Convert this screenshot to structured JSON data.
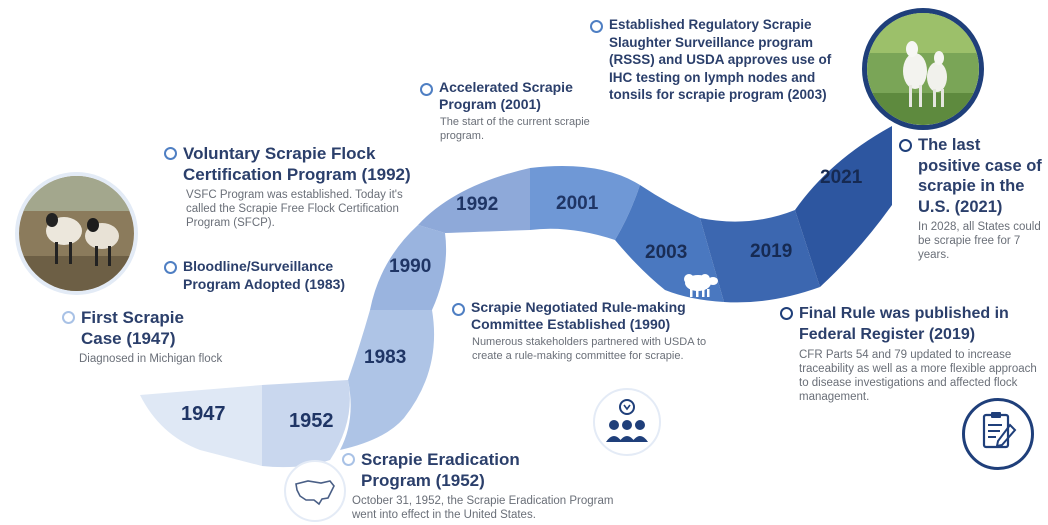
{
  "timeline": {
    "years": [
      "1947",
      "1952",
      "1983",
      "1990",
      "1992",
      "2001",
      "2003",
      "2019",
      "2021"
    ]
  },
  "events": {
    "first_case": {
      "title": "First Scrapie Case (1947)",
      "desc": "Diagnosed in Michigan flock"
    },
    "eradication": {
      "title": "Scrapie Eradication Program (1952)",
      "desc": "October 31, 1952, the Scrapie Eradication Program went into effect in the United States."
    },
    "bloodline": {
      "title": "Bloodline/Surveillance Program Adopted (1983)"
    },
    "voluntary": {
      "title": "Voluntary Scrapie Flock Certification Program (1992)",
      "desc": "VSFC Program was established. Today it's called the Scrapie Free Flock Certification Program (SFCP)."
    },
    "negotiated": {
      "title": "Scrapie Negotiated Rule-making Committee Established (1990)",
      "desc": "Numerous stakeholders partnered with USDA to create a rule-making committee for scrapie."
    },
    "accelerated": {
      "title": "Accelerated Scrapie Program (2001)",
      "desc": "The start of the current scrapie program."
    },
    "rsss": {
      "title": "Established Regulatory Scrapie Slaughter Surveillance program (RSSS) and USDA approves use of IHC testing on lymph nodes and tonsils for scrapie program (2003)"
    },
    "final_rule": {
      "title": "Final Rule was published in Federal Register (2019)",
      "desc": "CFR Parts 54 and 79 updated to increase traceability as well as a more flexible approach to disease investigations and affected flock management."
    },
    "last_case": {
      "title": "The last positive case of scrapie in the U.S. (2021)",
      "desc": "In 2028, all States could be scrapie free for 7 years."
    }
  },
  "icons": {
    "sheep_photo": "sheep-photo",
    "goats_photo": "goats-photo",
    "us_map": "us-map-icon",
    "people": "people-lightbulb-icon",
    "clipboard": "clipboard-icon",
    "sheep": "sheep-icon"
  },
  "colors": {
    "lightest": "#dfe8f5",
    "light": "#c7d6ee",
    "mid_light": "#a7bfe3",
    "mid": "#8aa9da",
    "blue": "#6f98d6",
    "blue2": "#4f7fc7",
    "deep": "#3d68b1",
    "darker": "#2e5aa3",
    "darkest": "#1f3f7a"
  }
}
